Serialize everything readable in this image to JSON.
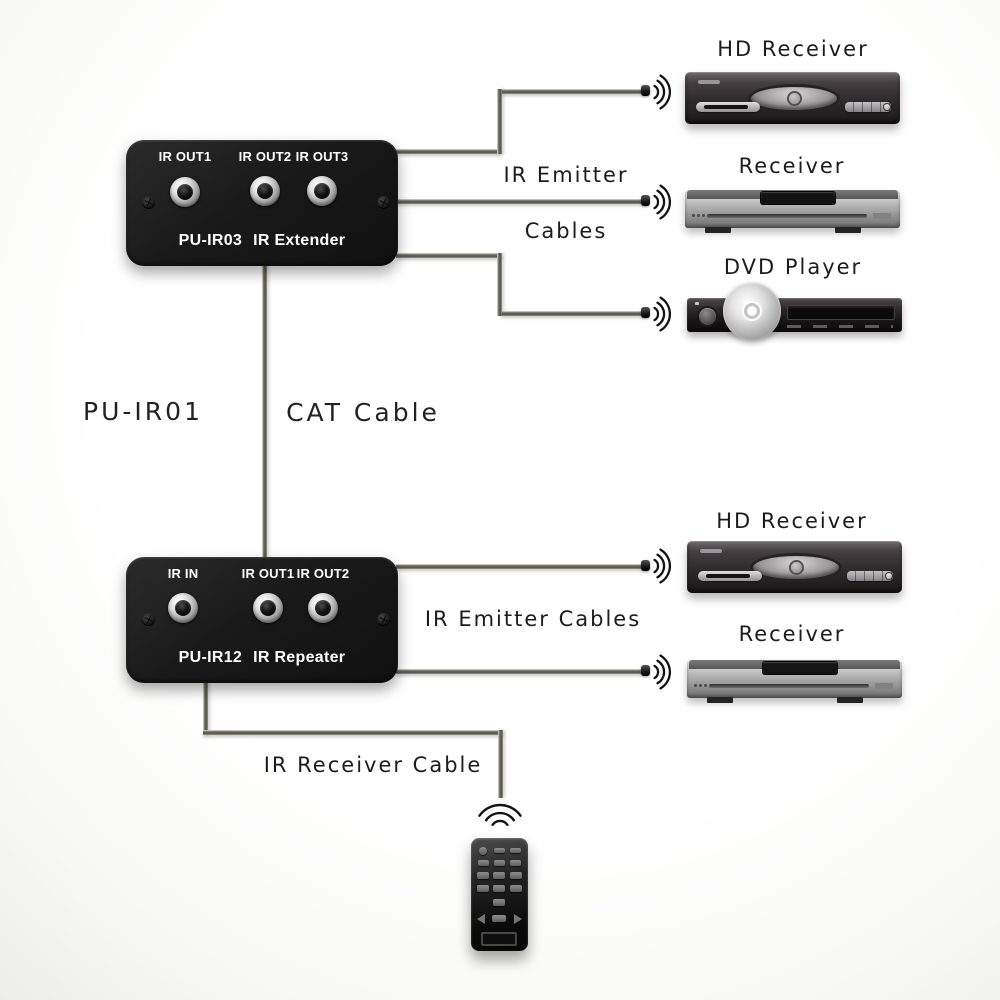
{
  "extender": {
    "model": "PU-IR03",
    "product_name": "IR Extender",
    "ports": [
      "IR OUT1",
      "IR OUT2",
      "IR OUT3"
    ]
  },
  "repeater": {
    "model": "PU-IR12",
    "product_name": "IR Repeater",
    "ports": [
      "IR IN",
      "IR OUT1",
      "IR OUT2"
    ]
  },
  "cable_labels": {
    "cat_cable_product": "PU-IR01",
    "cat_cable": "CAT Cable",
    "emitter_top_line1": "IR Emitter",
    "emitter_top_line2": "Cables",
    "emitter_bottom": "IR Emitter Cables",
    "receiver_cable": "IR Receiver Cable"
  },
  "devices_top": [
    {
      "label": "HD Receiver"
    },
    {
      "label": "Receiver"
    },
    {
      "label": "DVD Player"
    }
  ],
  "devices_bottom": [
    {
      "label": "HD Receiver"
    },
    {
      "label": "Receiver"
    }
  ],
  "icons": {
    "ir_emitter": "three nested arcs ')))' emitting right",
    "remote_signal": "three nested arcs emitting upward",
    "jack": "3.5mm silver jack socket",
    "screw": "phillips screw head"
  },
  "colors": {
    "box_black": "#1a1a1a",
    "cable_dark": "#53534a",
    "cable_highlight": "#e6e6d8",
    "label_text": "#1c1c1c",
    "port_text": "#ffffff"
  }
}
